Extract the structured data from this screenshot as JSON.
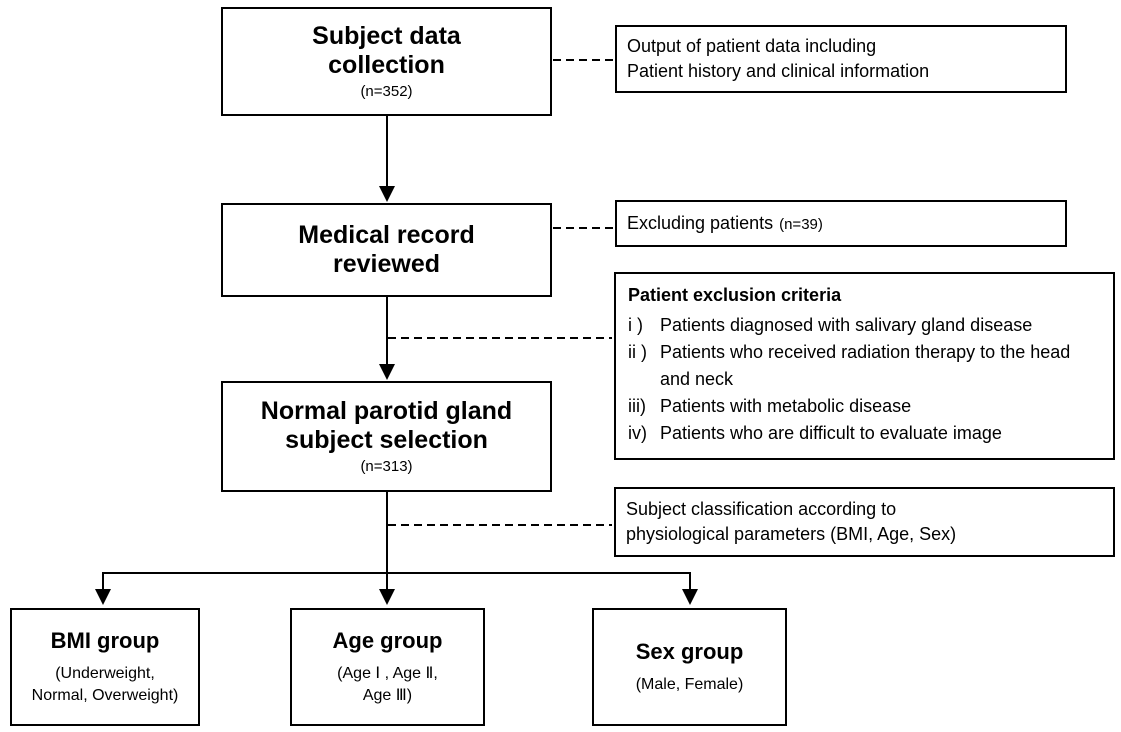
{
  "flow": {
    "subject_data_box": {
      "title_lines": [
        "Subject data",
        "collection"
      ],
      "count": "(n=352)"
    },
    "medical_record_box": {
      "title_lines": [
        "Medical record",
        "reviewed"
      ]
    },
    "parotid_box": {
      "title_lines": [
        "Normal parotid gland",
        "subject selection"
      ],
      "count": "(n=313)"
    },
    "output_note": {
      "lines": [
        "Output of patient data including",
        "Patient history and clinical information"
      ]
    },
    "excluding_note": {
      "text": "Excluding patients",
      "count": "(n=39)"
    },
    "exclusion_criteria": {
      "heading": "Patient exclusion criteria",
      "items": [
        {
          "label": "i )",
          "text": "Patients diagnosed with salivary gland disease"
        },
        {
          "label": "ii )",
          "text": "Patients who received radiation therapy to the head and neck"
        },
        {
          "label": "iii)",
          "text": "Patients with metabolic disease"
        },
        {
          "label": "iv)",
          "text": "Patients who are difficult to evaluate image"
        }
      ]
    },
    "classification_note": {
      "lines": [
        "Subject classification according to",
        "physiological parameters (BMI, Age, Sex)"
      ]
    },
    "groups": [
      {
        "title": "BMI group",
        "subtitle_lines": [
          "(Underweight,",
          "Normal, Overweight)"
        ]
      },
      {
        "title": "Age group",
        "subtitle_lines": [
          "(Age Ⅰ , Age Ⅱ,",
          "Age Ⅲ)"
        ]
      },
      {
        "title": "Sex group",
        "subtitle_lines": [
          "(Male, Female)",
          ""
        ]
      }
    ],
    "colors": {
      "line": "#000000",
      "background": "#ffffff"
    }
  }
}
